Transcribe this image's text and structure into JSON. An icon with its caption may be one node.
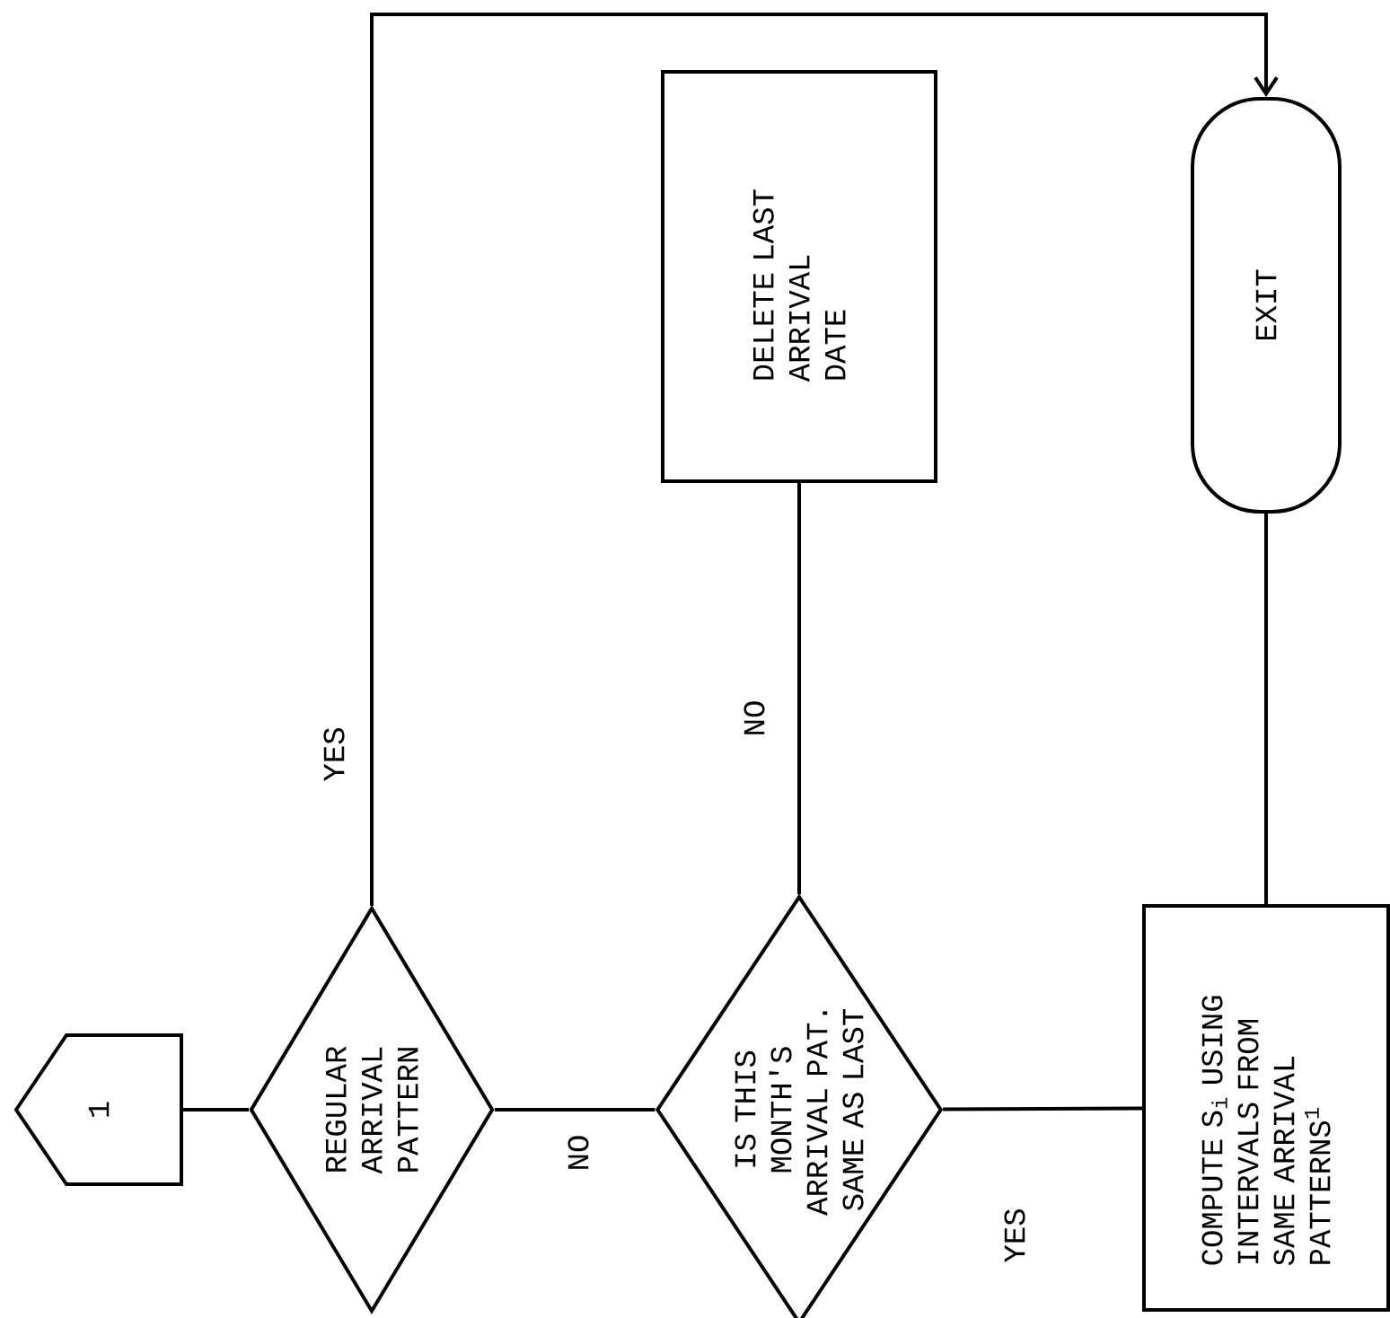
{
  "diagram": {
    "nodes": [
      {
        "text": [
          "1"
        ]
      },
      {
        "text": [
          "REGULAR ARRIVAL PATTERN"
        ]
      },
      {
        "text": [
          "IS THIS MONTH'S ARRIVAL PAT. SAME AS LAST"
        ]
      },
      {
        "text": [
          "COMPUTE S$_{i}$ USING INTERVALS FROM SAME ARRIVAL PATTERNS$^{1}$"
        ]
      },
      {
        "text": [
          "DELETE LAST ARRIVAL DATE"
        ]
      },
      {
        "text": [
          "EXIT"
        ]
      }
    ],
    "edges": [
      {
        "from": 0,
        "to": 1,
        "arrow": "none"
      },
      {
        "from": 1,
        "to": 2,
        "arrow": "none",
        "label": "NO"
      },
      {
        "from": 1,
        "to": 5,
        "arrow": "to",
        "label": "YES"
      },
      {
        "from": 2,
        "to": 3,
        "arrow": "none",
        "label": "YES"
      },
      {
        "from": 2,
        "to": 4,
        "arrow": "none",
        "label": "NO"
      },
      {
        "from": 3,
        "to": 5,
        "arrow": "none"
      }
    ]
  }
}
